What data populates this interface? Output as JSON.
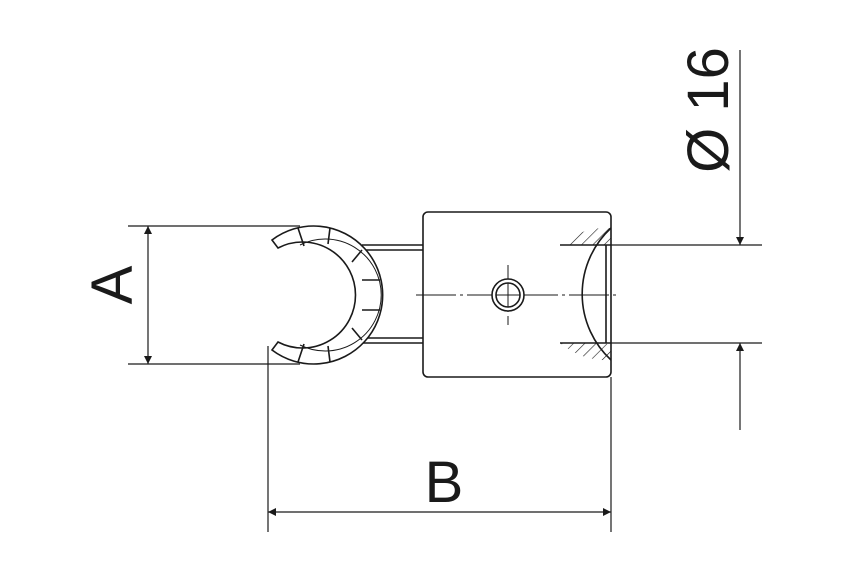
{
  "drawing": {
    "dim_a_label": "A",
    "dim_b_label": "B",
    "dim_diameter_label": "Ø 16",
    "line_color": "#1a1a1a",
    "background": "#ffffff"
  }
}
